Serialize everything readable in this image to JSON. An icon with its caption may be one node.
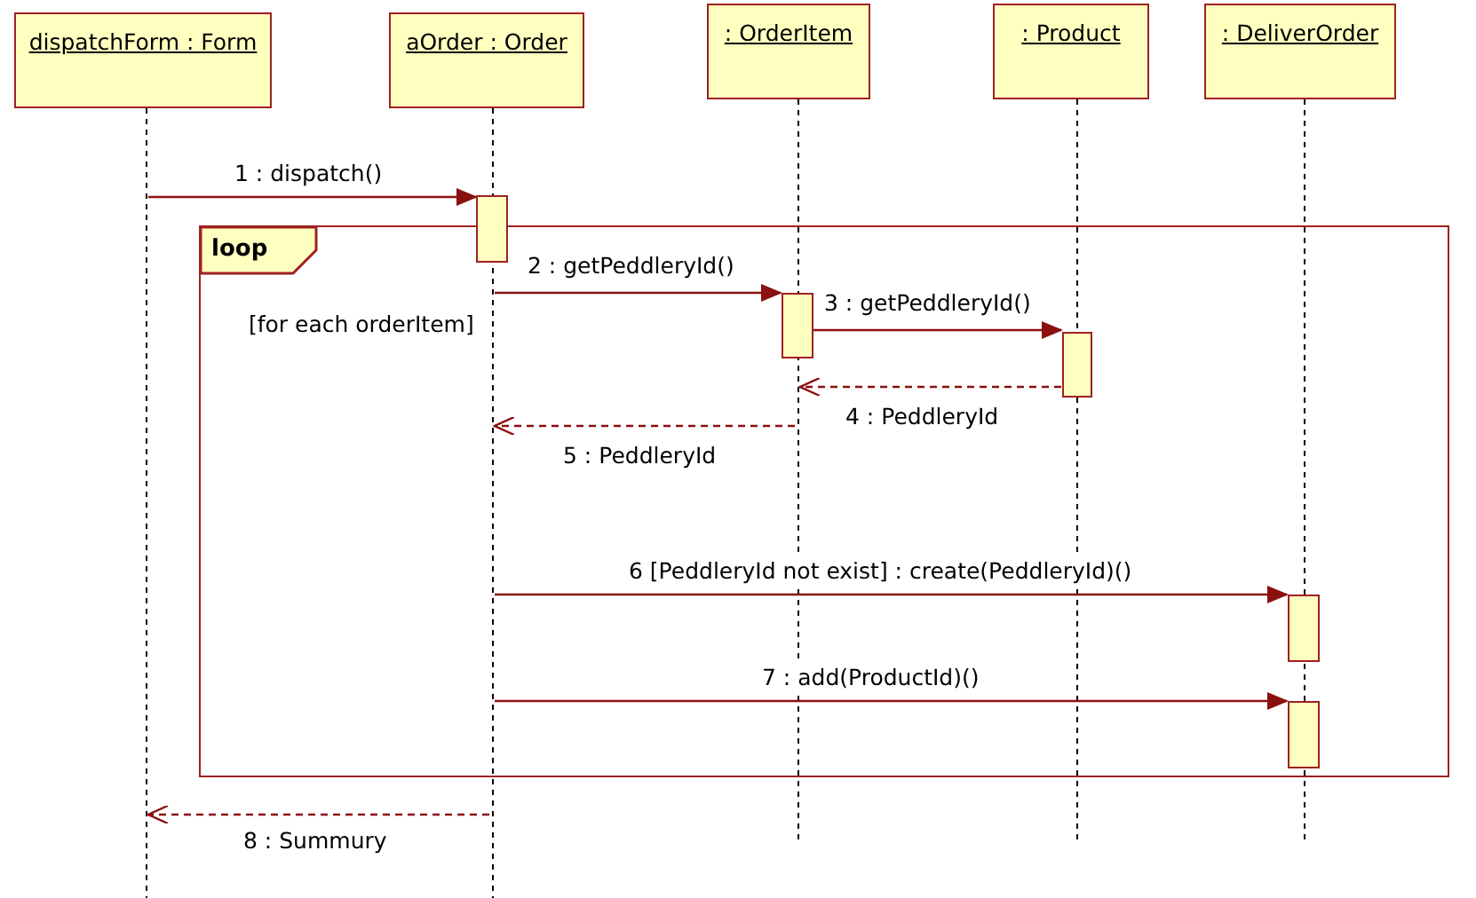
{
  "diagram": {
    "nodes": [
      {
        "text": [
          "dispatchForm : Form"
        ]
      },
      {
        "text": [
          "aOrder : Order"
        ]
      },
      {
        "text": [
          ": OrderItem"
        ]
      },
      {
        "text": [
          ": Product"
        ]
      },
      {
        "text": [
          ": DeliverOrder"
        ]
      },
      {
        "text": [],
        "shape": "line"
      },
      {
        "text": [],
        "shape": "line"
      },
      {
        "text": [],
        "shape": "line"
      },
      {
        "text": [],
        "shape": "line"
      },
      {
        "text": [],
        "shape": "line"
      },
      {
        "text": [],
        "shape": "bar"
      },
      {
        "text": [
          "loop",
          "[for each orderItem]"
        ]
      },
      {
        "text": [],
        "shape": "bar",
        "in": 11
      },
      {
        "text": [],
        "shape": "bar",
        "in": 11
      },
      {
        "text": [],
        "shape": "bar",
        "in": 11
      },
      {
        "text": [],
        "shape": "bar",
        "in": 11
      }
    ],
    "edges": [
      {
        "from": 5,
        "to": 10,
        "arrow": "to",
        "label": "1 : dispatch()"
      },
      {
        "from": 6,
        "to": 12,
        "arrow": "to",
        "label": "2 : getPeddleryId()"
      },
      {
        "from": 12,
        "to": 13,
        "arrow": "to",
        "label": "3 : getPeddleryId()"
      },
      {
        "from": 13,
        "to": 7,
        "arrow": "to",
        "label": "4 : PeddleryId",
        "style": "dashed"
      },
      {
        "from": 7,
        "to": 6,
        "arrow": "to",
        "label": "5 : PeddleryId",
        "style": "dashed"
      },
      {
        "from": 6,
        "to": 14,
        "arrow": "to",
        "label": "6 [PeddleryId not exist] : create(PeddleryId)()"
      },
      {
        "from": 6,
        "to": 15,
        "arrow": "to",
        "label": "7 : add(ProductId)()"
      },
      {
        "from": 6,
        "to": 5,
        "arrow": "to",
        "label": "8 : Summury",
        "style": "dashed"
      }
    ]
  }
}
